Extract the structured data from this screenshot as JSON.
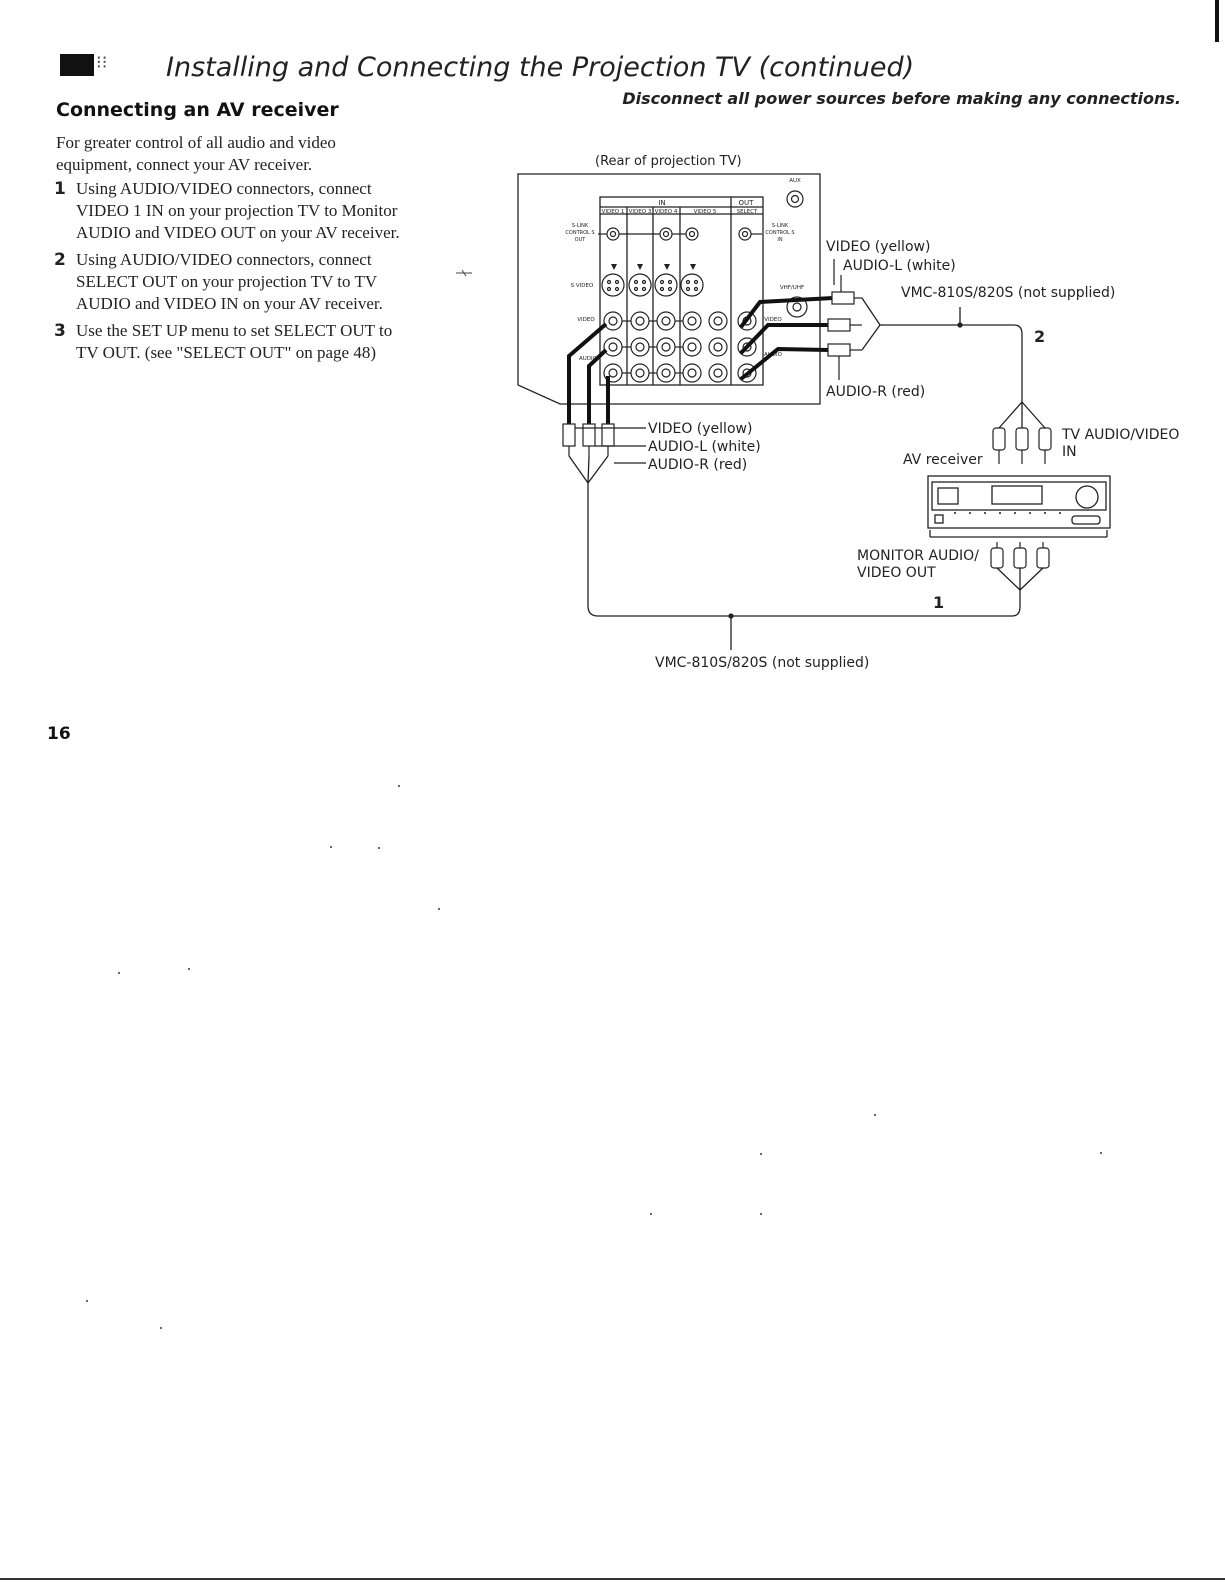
{
  "header": {
    "title": "Installing and Connecting the Projection TV (continued)",
    "warning": "Disconnect all power sources before making any connections."
  },
  "section": {
    "heading": "Connecting an AV receiver",
    "intro": "For greater control of all audio and video equipment, connect your AV receiver.",
    "steps": [
      {
        "num": "1",
        "text": "Using AUDIO/VIDEO connectors, connect VIDEO 1 IN on your projection TV to Monitor AUDIO and VIDEO OUT on your AV receiver."
      },
      {
        "num": "2",
        "text": "Using AUDIO/VIDEO connectors, connect SELECT OUT on your projection TV to TV AUDIO and VIDEO IN on your AV receiver."
      },
      {
        "num": "3",
        "text": "Use the SET UP menu to set SELECT OUT to TV OUT. (see \"SELECT OUT\" on page 48)"
      }
    ]
  },
  "diagram": {
    "rear_label": "(Rear of projection TV)",
    "panel": {
      "in_label": "IN",
      "out_label": "OUT",
      "columns": [
        "VIDEO 1",
        "VIDEO 3",
        "VIDEO 4",
        "VIDEO 5",
        "SELECT"
      ],
      "slink_out": [
        "S-LINK",
        "CONTROL S",
        "OUT"
      ],
      "slink_in": [
        "S-LINK",
        "CONTROL S",
        "IN"
      ],
      "aux": "AUX",
      "vhf_uhf": "VHF/UHF",
      "row_labels": {
        "s_video": "S VIDEO",
        "video": "VIDEO",
        "audio": "AUDIO"
      },
      "small_labels": {
        "video_r": "VIDEO",
        "audio_r": "AUDIO"
      }
    },
    "right_cable": {
      "video": "VIDEO (yellow)",
      "audio_l": "AUDIO-L (white)",
      "audio_r": "AUDIO-R (red)",
      "model": "VMC-810S/820S (not supplied)",
      "step": "2"
    },
    "left_cable": {
      "video": "VIDEO (yellow)",
      "audio_l": "AUDIO-L (white)",
      "audio_r": "AUDIO-R (red)"
    },
    "receiver": {
      "label": "AV receiver",
      "tv_in": [
        "TV AUDIO/VIDEO",
        "IN"
      ],
      "monitor_out": [
        "MONITOR AUDIO/",
        "VIDEO OUT"
      ]
    },
    "bottom_cable": {
      "model": "VMC-810S/820S (not supplied)",
      "step": "1"
    }
  },
  "page_number": "16"
}
